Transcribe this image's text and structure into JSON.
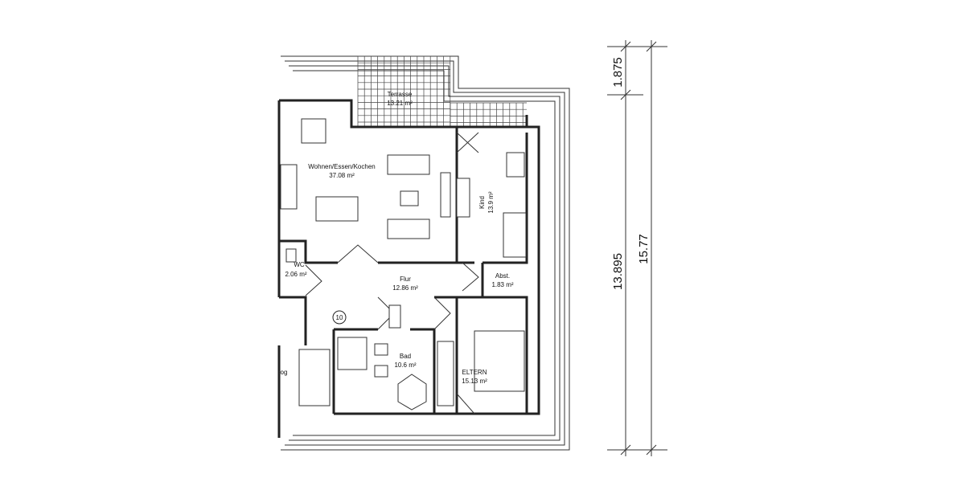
{
  "rooms": [
    {
      "id": "terrasse",
      "name": "Terrasse",
      "area": "13.21 m²"
    },
    {
      "id": "wohnen",
      "name": "Wohnen/Essen/Kochen",
      "area": "37.08 m²"
    },
    {
      "id": "kind",
      "name": "Kind",
      "area": "13.9 m²"
    },
    {
      "id": "wc",
      "name": "WC",
      "area": "2.06 m²"
    },
    {
      "id": "flur",
      "name": "Flur",
      "area": "12.86 m²"
    },
    {
      "id": "abst",
      "name": "Abst.",
      "area": "1.83 m²"
    },
    {
      "id": "bad",
      "name": "Bad",
      "area": "10.6 m²"
    },
    {
      "id": "eltern",
      "name": "ELTERN",
      "area": "15.13 m²"
    },
    {
      "id": "partial",
      "name": "og",
      "area": ""
    }
  ],
  "marker": "10",
  "dimensions": {
    "top": "1.875",
    "middle": "13.895",
    "total": "15.77"
  }
}
